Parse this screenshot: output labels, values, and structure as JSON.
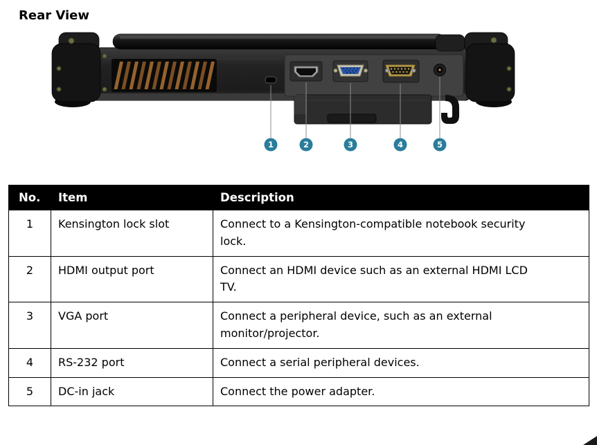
{
  "page": {
    "title": "Rear View"
  },
  "figure": {
    "description": "photo of rugged notebook rear side with numbered port callouts",
    "callouts": [
      "1",
      "2",
      "3",
      "4",
      "5"
    ],
    "callout_color": "#2a7d9b"
  },
  "table": {
    "headers": {
      "no": "No.",
      "item": "Item",
      "description": "Description"
    },
    "rows": [
      {
        "no": "1",
        "item": "Kensington lock slot",
        "desc": "Connect to a Kensington-compatible notebook security lock."
      },
      {
        "no": "2",
        "item": "HDMI output port",
        "desc": "Connect an HDMI device such as an external HDMI LCD TV."
      },
      {
        "no": "3",
        "item": "VGA port",
        "desc": "Connect a peripheral device, such as an external monitor/projector."
      },
      {
        "no": "4",
        "item": "RS-232 port",
        "desc": "Connect a serial peripheral devices."
      },
      {
        "no": "5",
        "item": "DC-in jack",
        "desc": "Connect the power adapter."
      }
    ]
  },
  "colors": {
    "table_header_bg": "#000000",
    "table_header_text": "#ffffff",
    "callout_accent": "#2a7d9b"
  }
}
